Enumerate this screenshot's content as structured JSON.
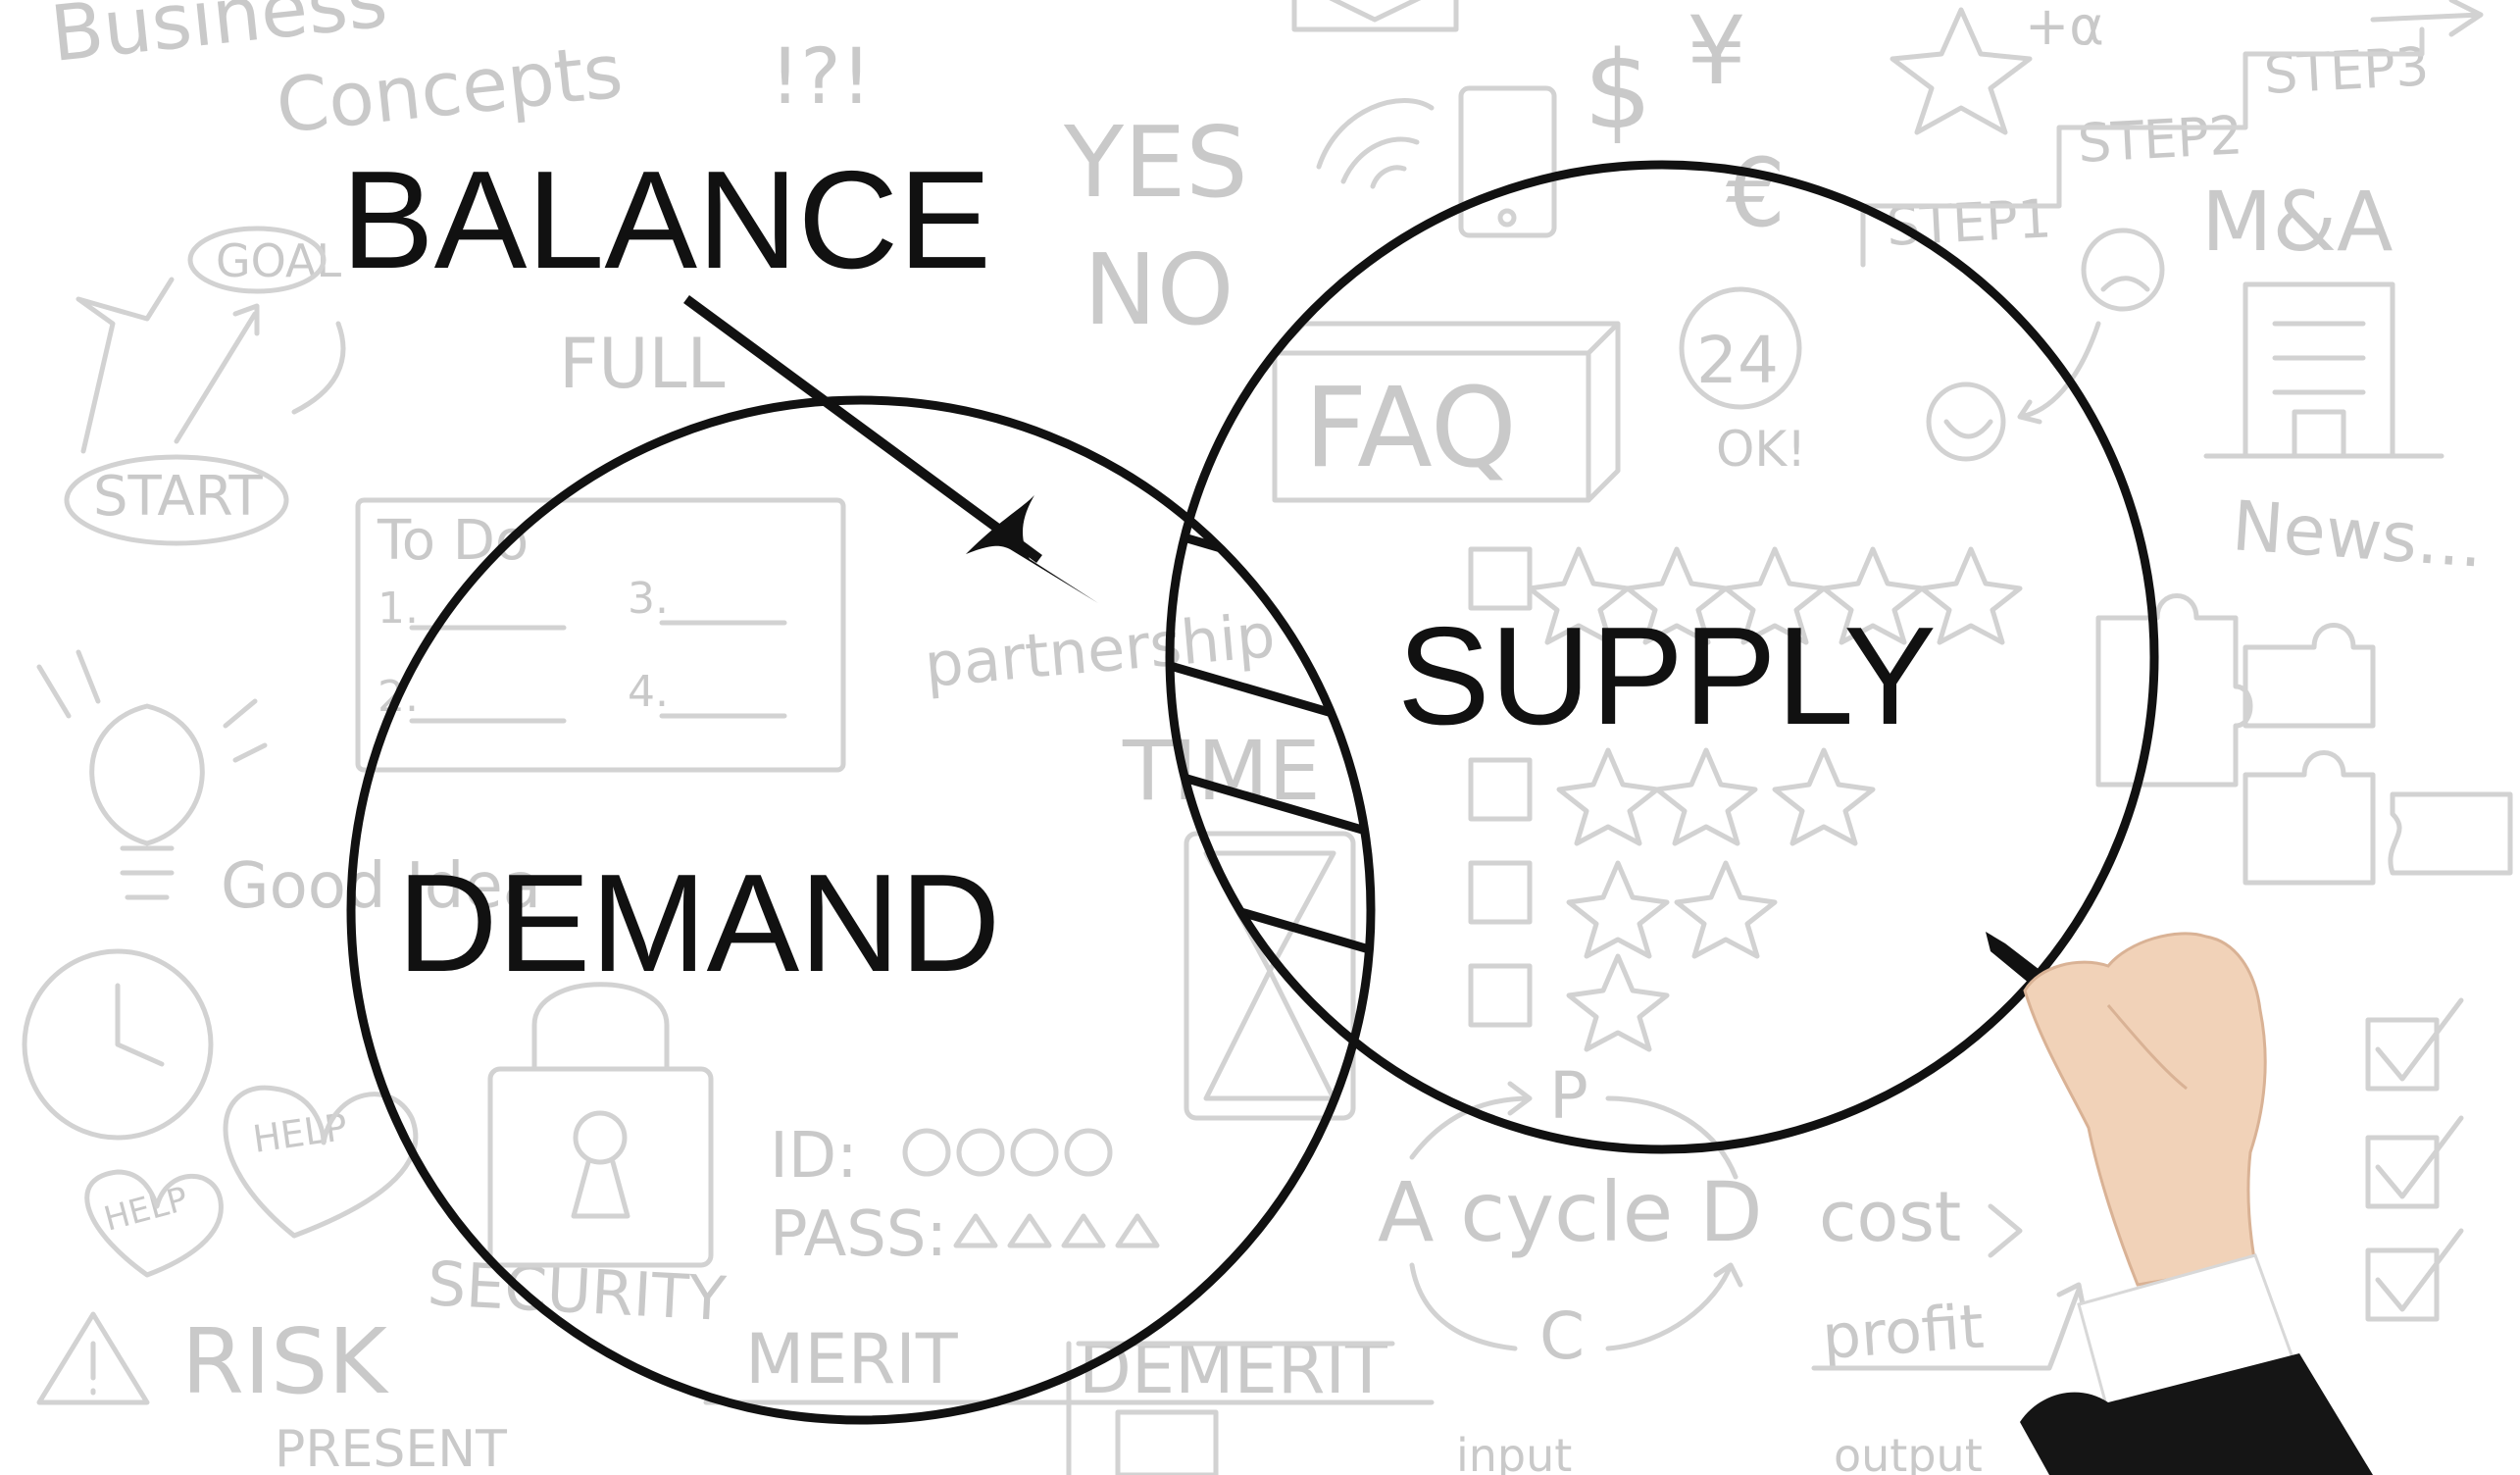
{
  "diagram": {
    "labels": {
      "balance": "BALANCE",
      "supply": "SUPPLY",
      "demand": "DEMAND"
    },
    "colors": {
      "ink": "#111111",
      "doodle": "#c9c9c9",
      "background": "#ffffff"
    }
  },
  "background_doodles": {
    "texts": [
      "Business",
      "Concepts",
      "!?!",
      "YES",
      "NO",
      "GOAL",
      "FULL",
      "START",
      "To Do",
      "1.",
      "2.",
      "3.",
      "4.",
      "partnership",
      "TIME",
      "Good Idea",
      "FAQ",
      "24",
      "OK!",
      "STEP1",
      "STEP2",
      "STEP3",
      "M&A",
      "News...",
      "HELP",
      "HELP",
      "ID:",
      "PASS:",
      "SECURITY",
      "RISK",
      "PRESENT",
      "MERIT",
      "DEMERIT",
      "A cycle D",
      "P",
      "C",
      "cost",
      "profit",
      "input",
      "output",
      "$",
      "¥",
      "+α",
      "€"
    ],
    "icons": [
      "lightbulb-icon",
      "clock-icon",
      "padlock-icon",
      "heart-icon",
      "warning-icon",
      "star-icon",
      "checkbox-icon",
      "puzzle-icon",
      "smiley-icon",
      "building-icon",
      "hourglass-icon",
      "envelope-icon"
    ]
  }
}
